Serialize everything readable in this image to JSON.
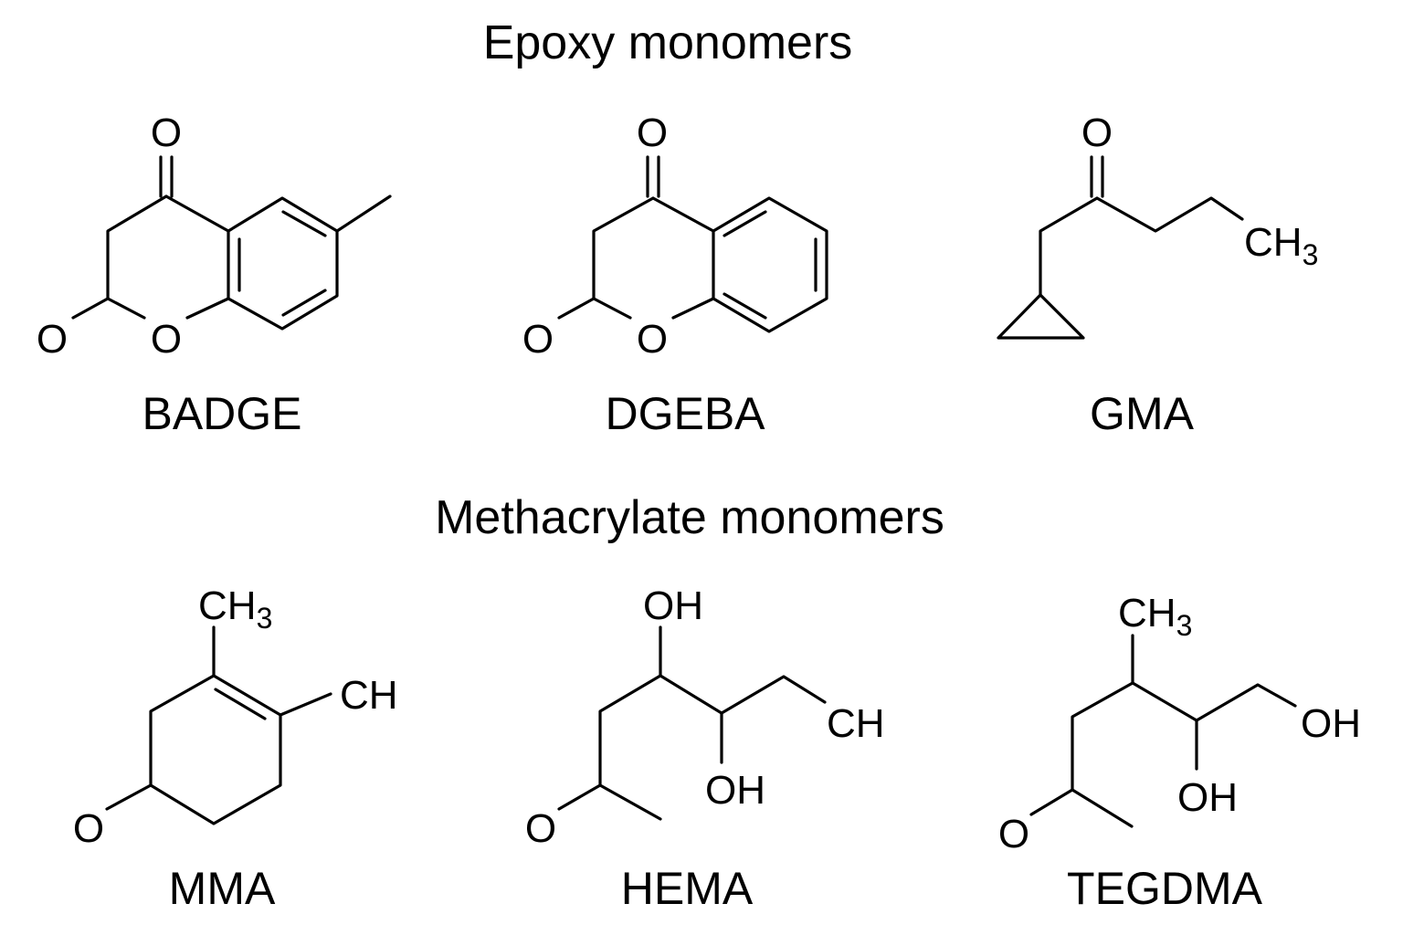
{
  "sections": {
    "epoxy": {
      "title": "Epoxy monomers"
    },
    "methacrylate": {
      "title": "Methacrylate monomers"
    }
  },
  "molecules": {
    "badge": {
      "name": "BADGE",
      "atoms": {
        "o_top": "O",
        "o_left": "O",
        "o_ring": "O"
      }
    },
    "dgeba": {
      "name": "DGEBA",
      "atoms": {
        "o_top": "O",
        "o_left": "O",
        "o_ring": "O"
      }
    },
    "gma": {
      "name": "GMA",
      "atoms": {
        "o_top": "O",
        "ch3_main": "CH",
        "ch3_sub": "3"
      }
    },
    "mma": {
      "name": "MMA",
      "atoms": {
        "ch3_main": "CH",
        "ch3_sub": "3",
        "ch": "CH",
        "o": "O"
      }
    },
    "hema": {
      "name": "HEMA",
      "atoms": {
        "oh_top": "OH",
        "oh_bottom": "OH",
        "ch": "CH",
        "o": "O"
      }
    },
    "tegdma": {
      "name": "TEGDMA",
      "atoms": {
        "ch3_main": "CH",
        "ch3_sub": "3",
        "oh_right": "OH",
        "oh_bottom": "OH",
        "o": "O"
      }
    }
  },
  "colors": {
    "ink": "#000000",
    "background": "#ffffff"
  }
}
